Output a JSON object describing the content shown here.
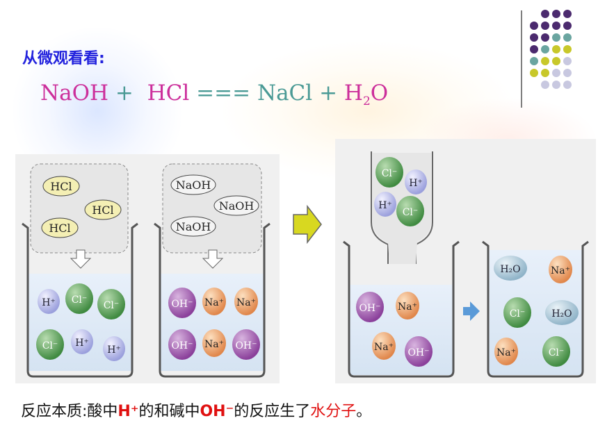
{
  "heading": "从微观看看:",
  "equation": {
    "naoh": "NaOH",
    "plus1": "+",
    "hcl": "HCl",
    "equals": "===",
    "nacl": "NaCl",
    "plus2": "+",
    "water_h": "H",
    "water_sub": "2",
    "water_o": "O"
  },
  "left_panel": {
    "hcl_box": [
      "HCl",
      "HCl",
      "HCl"
    ],
    "naoh_box": [
      "NaOH",
      "NaOH",
      "NaOH"
    ],
    "beaker1_ions": [
      "H⁺",
      "Cl⁻",
      "Cl⁻",
      "Cl⁻",
      "H⁺",
      "H⁺"
    ],
    "beaker2_ions": [
      "OH⁻",
      "Na⁺",
      "Na⁺",
      "OH⁻",
      "Na⁺",
      "OH⁻"
    ]
  },
  "right_panel": {
    "funnel_ions": [
      "Cl⁻",
      "H⁺",
      "H⁺",
      "Cl⁻"
    ],
    "beaker3_ions": [
      "OH⁻",
      "Na⁺",
      "Na⁺",
      "OH⁻"
    ],
    "beaker4_ions": [
      "H₂O",
      "Na⁺",
      "Cl⁻",
      "H₂O",
      "Na⁺",
      "Cl⁻"
    ]
  },
  "note": {
    "p1": "反应本质:酸中",
    "h_plus": "H⁺",
    "p2": "的和碱中",
    "oh_minus": "OH⁻",
    "p3": "的反应生了",
    "water": "水分子",
    "p4": "。"
  },
  "colors": {
    "heading": "#2222dd",
    "equation": "#4a9a95",
    "equation_highlight": "#cc2f9b",
    "highlight": "#e01010",
    "decor_purple": "#4b2a6e",
    "decor_teal": "#6aa5a0",
    "decor_yellow": "#c8c82a",
    "decor_lavender": "#c8c8e0"
  }
}
